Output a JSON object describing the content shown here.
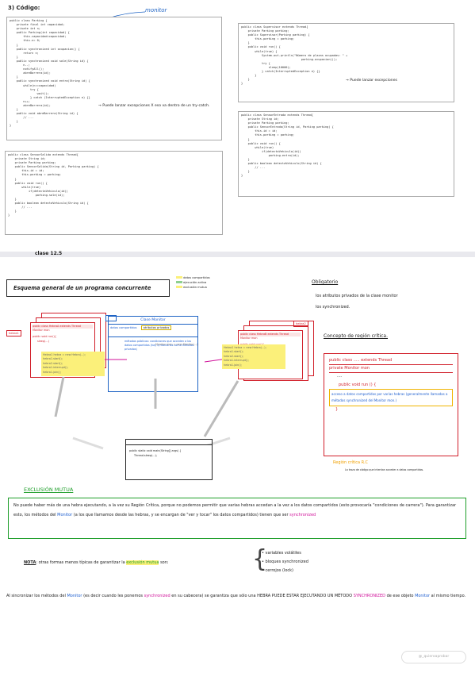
{
  "top": {
    "section_label": "3) Código:",
    "monitor_label": "monitor"
  },
  "parking_class": {
    "lines": [
      "public class Parking {",
      "    private final int capacidad;",
      "    private int n;",
      "    public Parking(int capacidad) {",
      "        this.capacidad=capacidad;",
      "        this.n= 0;",
      "    }",
      "    public synchronized int ocupacion() {",
      "        return n;",
      "    }",
      "    public synchronized void sale(String id) {",
      "        n--;",
      "        notifyAll();",
      "        abreBarrera(id);",
      "    }",
      "    public synchronized void entra(String id) {",
      "        while(n==capacidad)",
      "            try {",
      "                wait();",
      "            } catch (InterruptedException e) {}",
      "        n++;",
      "        abreBarrera(id);",
      "    }",
      "    public void abreBarrera(String id) {",
      "        // ...",
      "    }",
      "}"
    ],
    "note_wait": "→ Puede lanzar excepciones X eso va dentro de un try-catch."
  },
  "sensor_salida": {
    "lines": [
      "public class SensorSalida extends Thread{",
      "    private String id;",
      "    private Parking parking;",
      "    public SensorSalida(String id, Parking parking) {",
      "        this.id = id;",
      "        this.parking = parking;",
      "    }",
      "    public void run() {",
      "        while(true)",
      "            if(detectaVehiculo(id))",
      "                parking.sale(id);",
      "    }",
      "    public boolean detectaVehiculo(String id) {",
      "        // ...",
      "    }",
      "}"
    ]
  },
  "supervisor": {
    "lines": [
      "public class Supervisor extends Thread{",
      "    private Parking parking;",
      "    public Supervisor(Parking parking) {",
      "        this.parking = parking;",
      "    }",
      "    public void run() {",
      "        while(true) {",
      "            System.out.println(\"Número de plazas ocupadas: \" +",
      "                                   parking.ocupacion());",
      "            try {",
      "                sleep(10000);",
      "            } catch(InterruptedException e) {}",
      "        }",
      "    }",
      "}"
    ],
    "note_sleep": "→ Puede lanzar excepciones"
  },
  "sensor_entrada": {
    "lines": [
      "public class SensorEntrada extends Thread{",
      "    private String id;",
      "    private Parking parking;",
      "    public SensorEntrada(String id, Parking parking) {",
      "        this.id = id;",
      "        this.parking = parking;",
      "    }",
      "    public void run() {",
      "        while(true)",
      "            if(detectaVehiculo(id))",
      "                parking.entra(id);",
      "    }",
      "    public boolean detectaVehiculo(String id) {",
      "        // ...",
      "    }",
      "}"
    ]
  },
  "class_label": "clase 12.5",
  "scheme": {
    "title": "Esquema general de un programa concurrente",
    "legend": [
      "datos compartidos",
      "ejecución activa",
      "exclusión mutua"
    ],
    "monitor_title": "Clase Monitor",
    "monitor_shared": "datos compartidos",
    "monitor_shared_tag": "atributos privados",
    "monitor_methods": "métodos públicos: condiciones que acceden a los datos compartidos (hay q marcarlos como métodos privados)",
    "thread_left_header": "public class HebraA extends Thread",
    "thread_right_header": "public class HebraB extends Thread",
    "thread_monitor": "Monitor mon",
    "thread_run": "public void run(){",
    "thread_sleep": "sleep(...)",
    "yellow_left": [
      "Hebra1 hebra = new Hebra(...);",
      "hebra1.start();",
      "hebra2.start();",
      "hebra1.interrupt();",
      "hebra1.join();"
    ],
    "yellow_right": [
      "Hebra1 hebra = new Hebra(...);",
      "hebra1.start();",
      "hebra2.start();",
      "hebra1.interrupt();",
      "hebra1.join();"
    ],
    "monitor_new": "Monitor mon = new Monitor(...);",
    "main_line": "public static void main(String[] args) {",
    "main_sleep": "Thread.sleep(...);"
  },
  "obligatorio": {
    "title": "Obligatorio",
    "item1": "los atributos privados de la clase monitor",
    "item2": "los synchronized."
  },
  "region_critica": {
    "title": "Concepto de región crítica.",
    "code_class": "public class ..... extends Thread",
    "code_private": "private  Monitor mon",
    "code_dots": "....",
    "code_run": "public void run () {",
    "code_body": "acceso a datos compartidos por varias hebras (generalmente llamadas a métodos synchronized del Monitor mon.)",
    "code_close": "}",
    "caption": "Región crítica R.C",
    "caption_note": "La trozo de código que intentan acceder a datos compartidos."
  },
  "exclusion": {
    "title": "EXCLUSIÓN MUTUA",
    "text1": "No puede haber más de una hebra ejecutando, a la vez su Región Crítica, porque no podemos permitir que varias hebras accedan a la vez a los datos compartidos (esto provocaría \"condiciones de carrera\"). Para garantizar esto, los métodos del",
    "text_monitor": "Monitor",
    "text2": "(a los que llamamos desde las hebras, y se encargan de \"ver y tocar\" los datos compartidos) tienen que ser",
    "text_sync": "synchronized"
  },
  "nota": {
    "label": "NOTA",
    "text_a": ": otras formas menos típicas de garantizar la",
    "text_excl": "exclusión mutua",
    "text_b": "son:",
    "items": [
      "variables volátiles",
      "bloques synchronized",
      "cerrojos (lock)"
    ]
  },
  "final": {
    "p1": "Al sincronizar los métodos del",
    "monitor": "Monitor",
    "p2": "(es decir cuando les ponemos",
    "sync": "synchronized",
    "p3": "en su cabecera) se garantiza que sólo una HEBRA PUEDE ESTAR EJECUTANDO UN MÉTODO",
    "sync_caps": "SYNCHRONIZED",
    "p4": "de ese objeto",
    "monitor2": "Monitor",
    "p5": "al mismo tiempo."
  },
  "watermark": "@_quieroaprobar"
}
